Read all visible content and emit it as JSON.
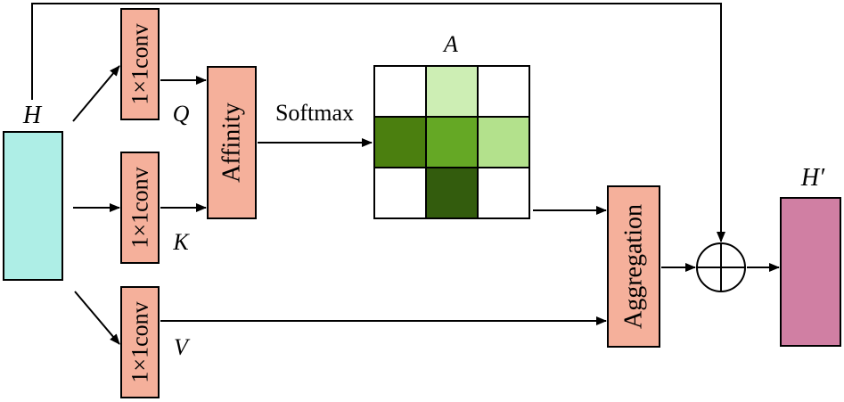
{
  "labels": {
    "input": "H",
    "output": "H′",
    "conv_q": "1×1conv",
    "conv_k": "1×1conv",
    "conv_v": "1×1conv",
    "q": "Q",
    "k": "K",
    "v": "V",
    "affinity": "Affinity",
    "softmax": "Softmax",
    "attention_map": "A",
    "aggregation": "Aggregation"
  },
  "colors": {
    "input_fill": "#aeeee6",
    "conv_fill": "#f5b09b",
    "output_fill": "#d07fa3",
    "stroke": "#000000"
  },
  "attention_grid": [
    [
      "#ffffff",
      "#cdeeb4",
      "#ffffff"
    ],
    [
      "#4b7f0f",
      "#65a825",
      "#b3e18c"
    ],
    [
      "#ffffff",
      "#335c0d",
      "#ffffff"
    ]
  ],
  "icons": {
    "sum": "circle-plus-icon",
    "arrows": "arrowhead"
  }
}
